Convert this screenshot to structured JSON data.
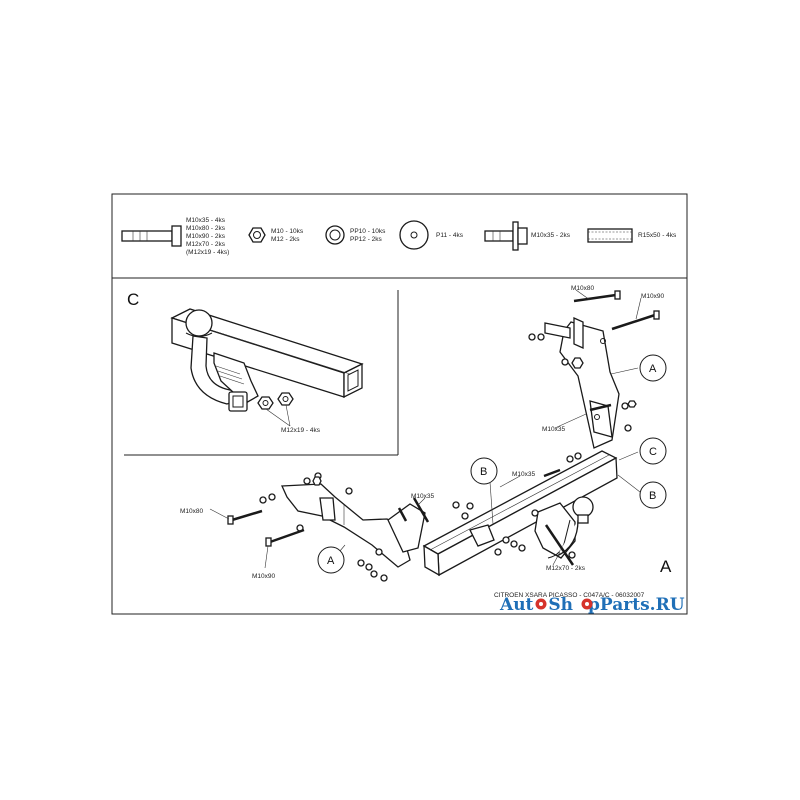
{
  "parts_header": {
    "bolt_list": [
      "M10x35 - 4ks",
      "M10x80 - 2ks",
      "M10x90 - 2ks",
      "M12x70 - 2ks",
      "(M12x19 - 4ks)"
    ],
    "nut": [
      "M10 - 10ks",
      "M12 - 2ks"
    ],
    "washer": [
      "PP10 - 10ks",
      "PP12 - 2ks"
    ],
    "plate_washer": "P11 - 4ks",
    "spacer_bolt": "M10x35 - 2ks",
    "tube": "R15x50 - 4ks"
  },
  "detail_c": {
    "letter": "C",
    "bolt_label": "M12x19 - 4ks"
  },
  "main": {
    "letter": "A",
    "callouts": {
      "a1": "A",
      "a2": "A",
      "b1": "B",
      "b2": "B",
      "c1": "C"
    },
    "labels": {
      "m10x80_left": "M10x80",
      "m10x90_left": "M10x90",
      "m10x35_mid": "M10x35",
      "m10x35_center": "M10x35",
      "m10x80_right": "M10x80",
      "m10x90_right": "M10x90",
      "m10x35_right": "M10x35",
      "m12x70": "M12x70 - 2ks"
    },
    "footer": "CITROEN XSARA PICASSO - C047A/C - 06032007"
  },
  "watermark": {
    "part1": "Aut",
    "part2": "Sh",
    "part3": "pParts.RU"
  }
}
